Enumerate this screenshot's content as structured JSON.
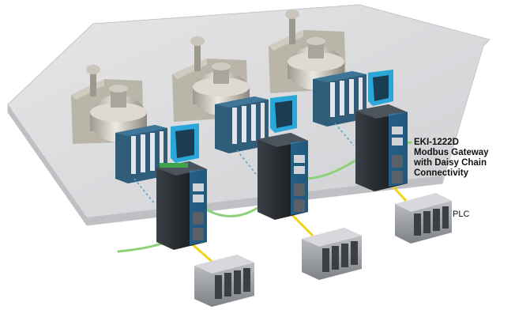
{
  "callout": {
    "line1": "EKI-1222D",
    "line2": "Modbus  Gateway",
    "line3": "with Daisy Chain",
    "line4": "Connectivity"
  },
  "plc_label": "PLC",
  "colors": {
    "floor": "#d9d9dc",
    "floor_edge": "#bfc0c4",
    "wall": "#b8b4a8",
    "tank": "#c9c6bd",
    "rack_blue": "#2f5d7a",
    "device_blue": "#2aa6d8",
    "gateway_dark": "#23272c",
    "gateway_accent": "#2a8fd0",
    "cable_green": "#8fd07a",
    "cable_yellow": "#f2d21a",
    "link_dotted": "#5aa3c8",
    "plc_gray": "#8e9196"
  }
}
